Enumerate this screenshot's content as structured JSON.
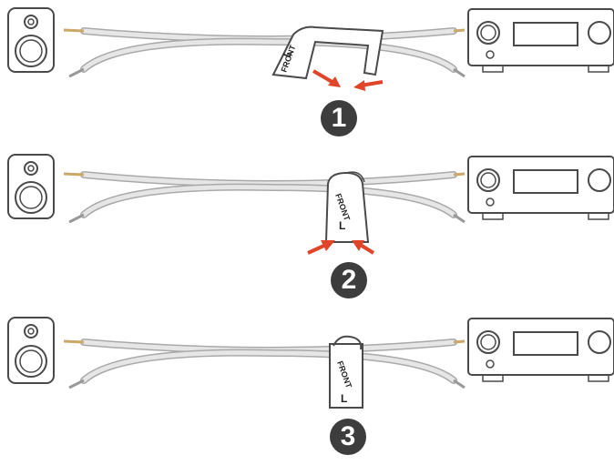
{
  "label_text": "FRONT",
  "label_letter": "L",
  "colors": {
    "outline": "#4a4a4a",
    "cable": "#d9d9d9",
    "cable_edge": "#a9a9a9",
    "copper_tip": "#c9a86a",
    "arrow": "#e0452a",
    "badge": "#3d3d3d"
  },
  "steps": [
    {
      "number": "1"
    },
    {
      "number": "2"
    },
    {
      "number": "3"
    }
  ]
}
